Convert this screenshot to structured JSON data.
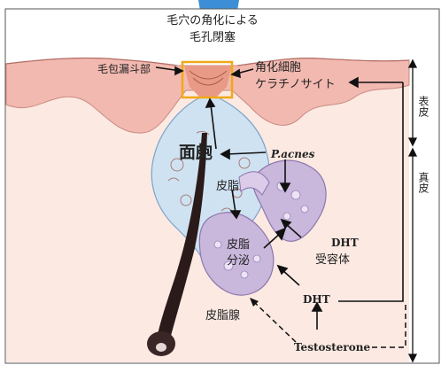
{
  "labels": {
    "plug_caption_line1": "毛穴の角化による",
    "plug_caption_line2": "毛孔閉塞",
    "infundibulum": "毛包漏斗部",
    "keratinocyte_line1": "角化細胞",
    "keratinocyte_line2": "ケラチノサイト",
    "comedo": "面皰",
    "pacnes": "P.acnes",
    "sebum": "皮脂",
    "dht_receptor_line1": "DHT",
    "dht_receptor_line2": "受容体",
    "secretion_line1": "皮脂",
    "secretion_line2": "分泌",
    "dht": "DHT",
    "sebaceous_gland": "皮脂腺",
    "testosterone": "Testosterone",
    "epidermis": "表皮",
    "dermis": "真皮"
  },
  "colors": {
    "epidermis": "#f2b9b0",
    "dermis": "#fbe9e2",
    "comedo": "#cfe2f1",
    "gland": "#c9b7dc",
    "hair": "#2a1a1a",
    "highlight_box": "#f0a818",
    "accent_blue": "#3c8fd6"
  }
}
